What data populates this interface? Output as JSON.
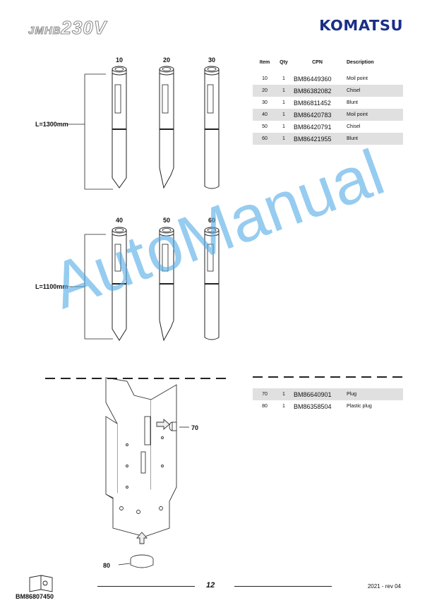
{
  "header": {
    "model_prefix": "JMHB",
    "model_number": "230V",
    "brand": "KOMATSU"
  },
  "upper_group": {
    "length_label": "L=1300mm",
    "callouts": [
      "10",
      "20",
      "30"
    ]
  },
  "lower_group": {
    "length_label": "L=1100mm",
    "callouts": [
      "40",
      "50",
      "60"
    ]
  },
  "parts_table": {
    "headers": {
      "item": "Item",
      "qty": "Qty",
      "cpn": "CPN",
      "description": "Description"
    },
    "rows": [
      {
        "item": "10",
        "qty": "1",
        "cpn": "BM86449360",
        "description": "Moil point"
      },
      {
        "item": "20",
        "qty": "1",
        "cpn": "BM86382082",
        "description": "Chisel"
      },
      {
        "item": "30",
        "qty": "1",
        "cpn": "BM86811452",
        "description": "Blunt"
      },
      {
        "item": "40",
        "qty": "1",
        "cpn": "BM86420783",
        "description": "Moil point"
      },
      {
        "item": "50",
        "qty": "1",
        "cpn": "BM86420791",
        "description": "Chisel"
      },
      {
        "item": "60",
        "qty": "1",
        "cpn": "BM86421955",
        "description": "Blunt"
      }
    ]
  },
  "plug_table": {
    "rows": [
      {
        "item": "70",
        "qty": "1",
        "cpn": "BM86640901",
        "description": "Plug"
      },
      {
        "item": "80",
        "qty": "1",
        "cpn": "BM86358504",
        "description": "Plastic plug"
      }
    ]
  },
  "housing_callouts": {
    "plug": "70",
    "plastic_plug": "80"
  },
  "watermark": "AutoManual",
  "footer": {
    "page_number": "12",
    "revision": "2021 -  rev 04",
    "doc_code": "BM86807450"
  }
}
